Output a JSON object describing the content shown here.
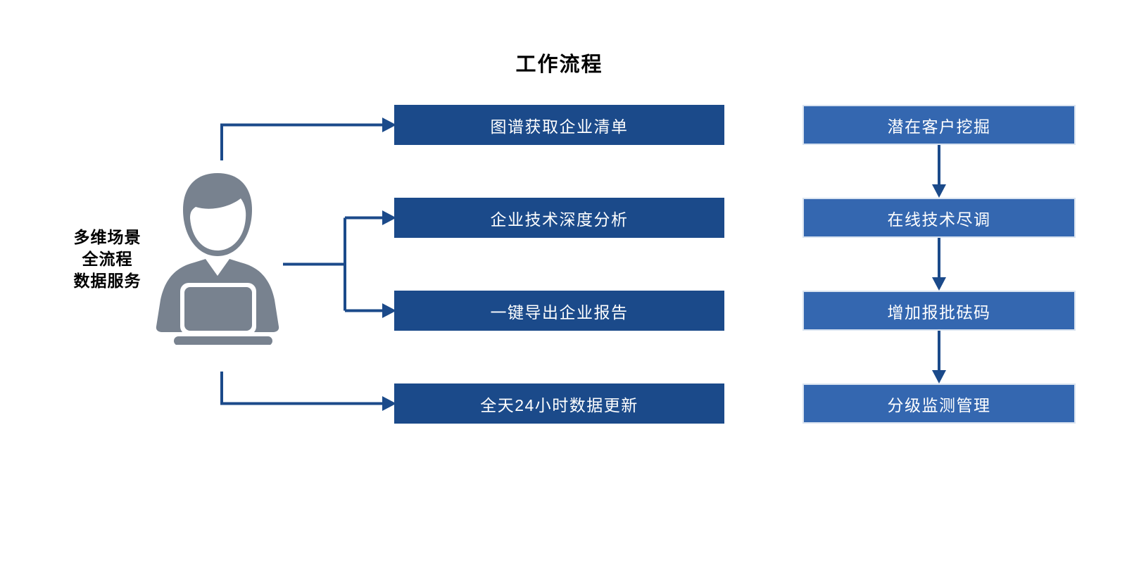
{
  "title": "工作流程",
  "actor": {
    "icon": "person-at-laptop-icon",
    "label_line1": "多维场景",
    "label_line2": "全流程",
    "label_line3": "数据服务"
  },
  "flow": {
    "capability_steps": [
      {
        "label": "图谱获取企业清单"
      },
      {
        "label": "企业技术深度分析"
      },
      {
        "label": "一键导出企业报告"
      },
      {
        "label": "全天24小时数据更新"
      }
    ],
    "outcome_steps": [
      {
        "label": "潜在客户挖掘"
      },
      {
        "label": "在线技术尽调"
      },
      {
        "label": "增加报批砝码"
      },
      {
        "label": "分级监测管理"
      }
    ]
  },
  "colors": {
    "capability_box": "#1B4A8A",
    "outcome_box": "#3467B0",
    "outcome_box_border": "#D9E3F0",
    "connector": "#1B4A8A",
    "person_icon": "#78828F",
    "box_text": "#FFFFFF",
    "title_text": "#000000"
  }
}
